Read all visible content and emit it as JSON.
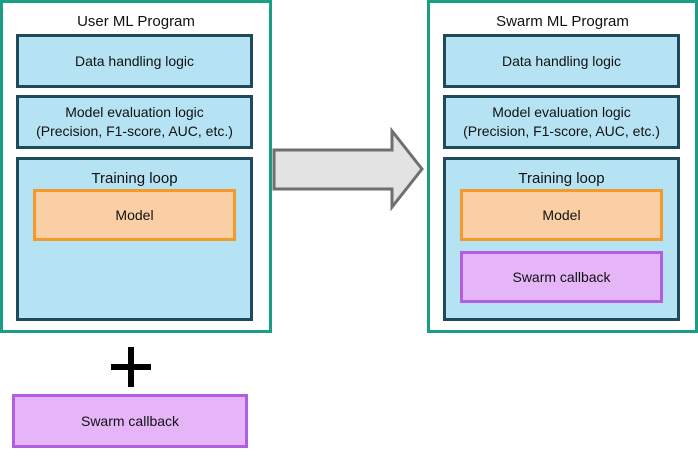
{
  "colors": {
    "program_border": "#1a9e84",
    "logic_fill": "#b5e3f3",
    "logic_border": "#1f4a5c",
    "model_fill": "#fbcfa6",
    "model_border": "#f39a2b",
    "callback_fill": "#e5b5f8",
    "callback_border": "#b35de0",
    "arrow_fill": "#e3e3e3",
    "arrow_stroke": "#6f6f6f"
  },
  "user_program": {
    "title": "User ML Program",
    "data_handling": "Data handling logic",
    "model_eval_line1": "Model evaluation logic",
    "model_eval_line2": "(Precision, F1-score, AUC, etc.)",
    "training_loop": "Training loop",
    "model": "Model"
  },
  "plus_sign": "+",
  "standalone_callback": "Swarm callback",
  "swarm_program": {
    "title": "Swarm ML Program",
    "data_handling": "Data handling logic",
    "model_eval_line1": "Model evaluation logic",
    "model_eval_line2": "(Precision, F1-score, AUC, etc.)",
    "training_loop": "Training loop",
    "model": "Model",
    "callback": "Swarm callback"
  }
}
